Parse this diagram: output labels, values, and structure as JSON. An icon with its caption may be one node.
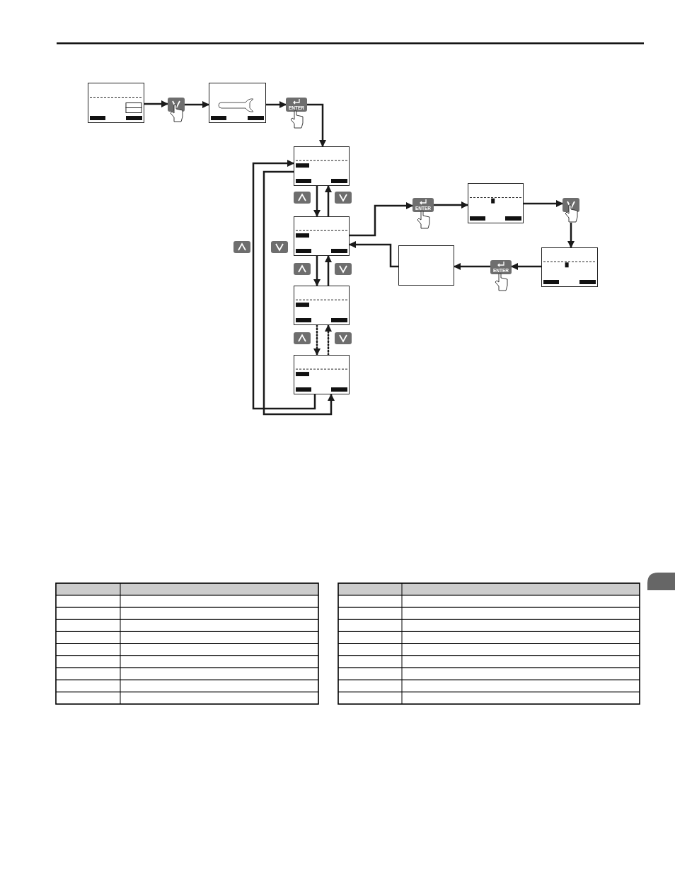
{
  "diagram": {
    "nodes": [
      {
        "text": [],
        "shape": "box"
      },
      {
        "text": [],
        "shape": "button"
      },
      {
        "text": [],
        "shape": "box"
      },
      {
        "text": [
          "ENTER"
        ]
      },
      {
        "text": [],
        "shape": "box"
      },
      {
        "text": [],
        "shape": "box"
      },
      {
        "text": [],
        "shape": "box"
      },
      {
        "text": [],
        "shape": "box"
      },
      {
        "text": [
          "ENTER"
        ]
      },
      {
        "text": [],
        "shape": "box"
      },
      {
        "text": [],
        "shape": "button"
      },
      {
        "text": [],
        "shape": "box"
      },
      {
        "text": [
          "ENTER"
        ]
      },
      {
        "text": [],
        "shape": "box"
      }
    ],
    "edges": [
      {
        "from": 0,
        "to": 1,
        "arrow": "to"
      },
      {
        "from": 1,
        "to": 2,
        "arrow": "to"
      },
      {
        "from": 2,
        "to": 3,
        "arrow": "to"
      },
      {
        "from": 3,
        "to": 4,
        "arrow": "to"
      },
      {
        "from": 4,
        "to": 5,
        "arrow": "to"
      },
      {
        "from": 5,
        "to": 4,
        "arrow": "to"
      },
      {
        "from": 5,
        "to": 6,
        "arrow": "to"
      },
      {
        "from": 6,
        "to": 5,
        "arrow": "to"
      },
      {
        "from": 6,
        "to": 7,
        "arrow": "to",
        "style": "dashed"
      },
      {
        "from": 7,
        "to": 6,
        "arrow": "to",
        "style": "dashed"
      },
      {
        "from": 7,
        "to": 4,
        "arrow": "to"
      },
      {
        "from": 4,
        "to": 7,
        "arrow": "to"
      },
      {
        "from": 5,
        "to": 8,
        "arrow": "to"
      },
      {
        "from": 8,
        "to": 9,
        "arrow": "to"
      },
      {
        "from": 9,
        "to": 10,
        "arrow": "to"
      },
      {
        "from": 10,
        "to": 11,
        "arrow": "to"
      },
      {
        "from": 11,
        "to": 12,
        "arrow": "to"
      },
      {
        "from": 12,
        "to": 13,
        "arrow": "to"
      },
      {
        "from": 13,
        "to": 5,
        "arrow": "to"
      }
    ]
  }
}
